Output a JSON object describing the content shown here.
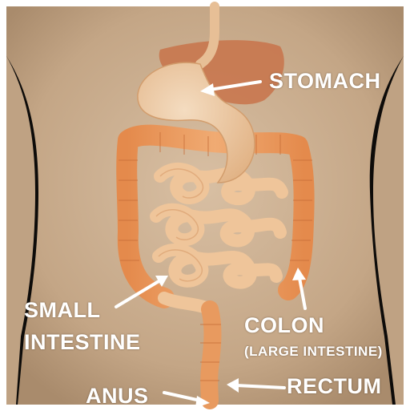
{
  "labels": {
    "stomach": "STOMACH",
    "small_intestine_line1": "SMALL",
    "small_intestine_line2": "INTESTINE",
    "colon": "COLON",
    "colon_subtitle": "(LARGE INTESTINE)",
    "rectum": "RECTUM",
    "anus": "ANUS"
  },
  "colors": {
    "background": "#ffffff",
    "torso": "#c9ad8f",
    "torso_shadow": "#0d0b09",
    "organ": "#eab88a",
    "colon": "#e89a5f",
    "liver": "#c8734a",
    "label_text": "#ffffff"
  }
}
